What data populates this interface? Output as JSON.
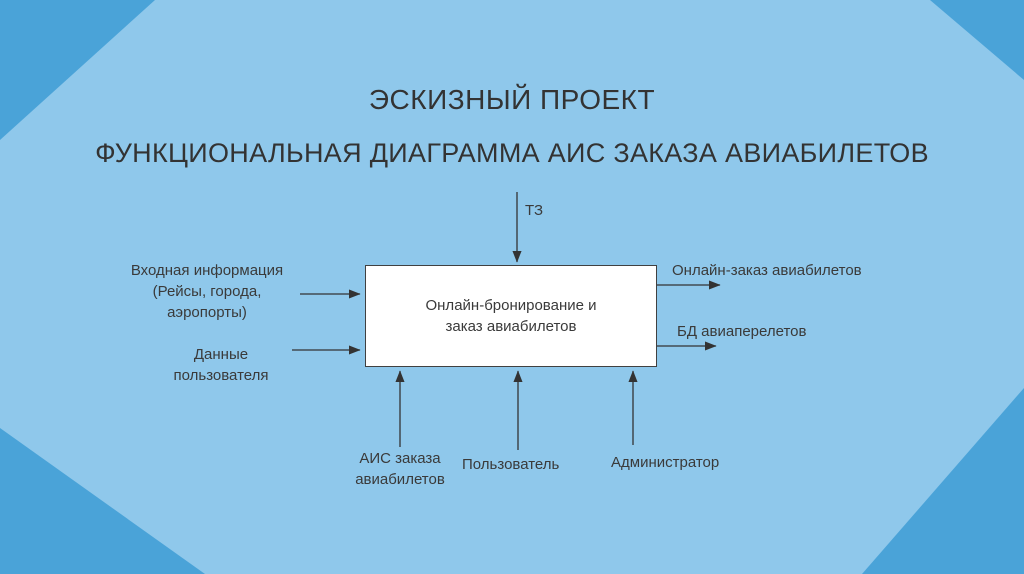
{
  "slide": {
    "title_line1": "ЭСКИЗНЫЙ ПРОЕКТ",
    "title_line2": "ФУНКЦИОНАЛЬНАЯ ДИАГРАММА АИС ЗАКАЗА АВИАБИЛЕТОВ"
  },
  "diagram": {
    "process": {
      "lines": [
        "Онлайн-бронирование и",
        "заказ авиабилетов"
      ]
    },
    "control": {
      "label": "ТЗ"
    },
    "inputs": [
      {
        "lines": [
          "Входная информация",
          "(Рейсы, города,",
          "аэропорты)"
        ]
      },
      {
        "lines": [
          "Данные",
          "пользователя"
        ]
      }
    ],
    "outputs": [
      {
        "label": "Онлайн-заказ авиабилетов"
      },
      {
        "label": "БД авиаперелетов"
      }
    ],
    "mechanisms": [
      {
        "lines": [
          "АИС заказа",
          "авиабилетов"
        ]
      },
      {
        "label": "Пользователь"
      },
      {
        "label": "Администратор"
      }
    ]
  },
  "colors": {
    "background_dark": "#4AA3D8",
    "background_light": "#8FC8EB",
    "box_fill": "#FFFFFF",
    "box_border": "#404040",
    "text": "#3A3A3A",
    "arrow": "#333333"
  }
}
